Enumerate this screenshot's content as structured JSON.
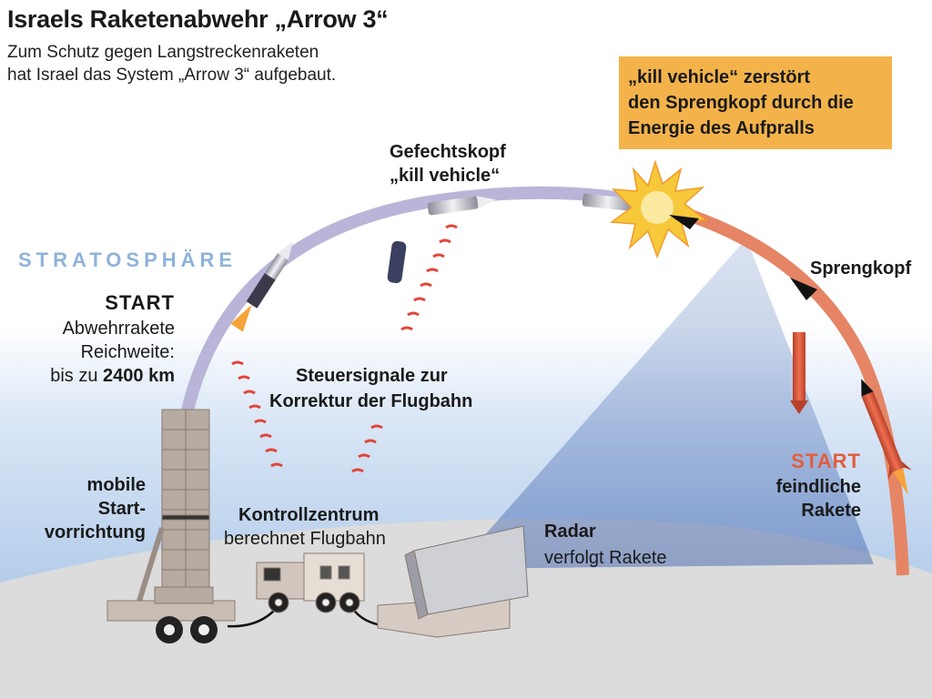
{
  "title": "Israels Raketenabwehr „Arrow 3“",
  "subtitle": [
    "Zum Schutz gegen Langstreckenraketen",
    "hat Israel das System „Arrow 3“ aufgebaut."
  ],
  "callout": [
    "„kill vehicle“ zerstört",
    "den Sprengkopf durch die",
    "Energie des Aufpralls"
  ],
  "labels": {
    "gefechtskopf": [
      "Gefechtskopf",
      "„kill vehicle“"
    ],
    "stratosphaere": "STRATOSPHÄRE",
    "start_abwehr": {
      "heading": "START",
      "line1": "Abwehrrakete",
      "line2": "Reichweite:",
      "line3_prefix": "bis zu ",
      "line3_value": "2400 km"
    },
    "steuersignale": [
      "Steuersignale zur",
      "Korrektur der Flugbahn"
    ],
    "sprengkopf": "Sprengkopf",
    "start_feind": {
      "heading": "START",
      "line1": "feindliche",
      "line2": "Rakete"
    },
    "mobile": [
      "mobile",
      "Start-",
      "vorrichtung"
    ],
    "kontrollzentrum": [
      "Kontrollzentrum",
      "berechnet Flugbahn"
    ],
    "radar": [
      "Radar",
      "verfolgt Rakete"
    ]
  },
  "colors": {
    "sky_top": "#ffffff",
    "sky_bottom": "#b9d3ee",
    "ground": "#dedede",
    "arc_defense": "#b8b4d6",
    "arc_enemy": "#e58565",
    "callout_bg": "#f3b34a",
    "signal_red": "#e0463a",
    "accent_red": "#e25d3c",
    "stratosphere_blue": "#8fb3da"
  }
}
